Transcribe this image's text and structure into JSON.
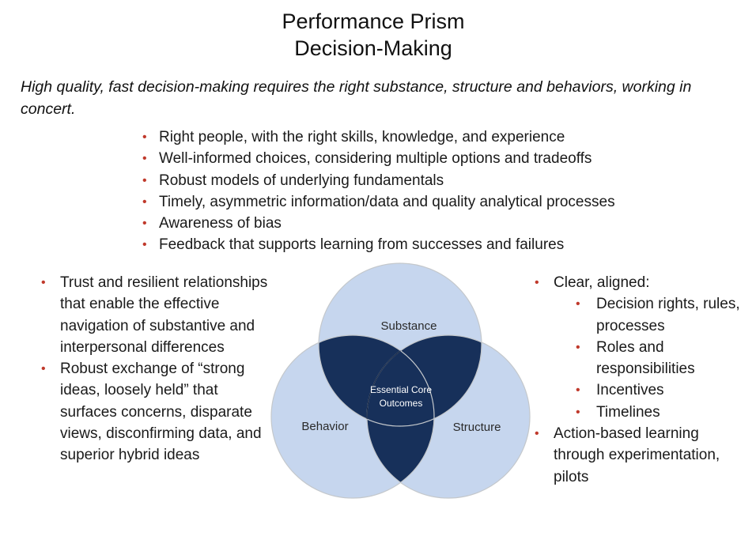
{
  "title_line1": "Performance Prism",
  "title_line2": "Decision-Making",
  "subtitle": "High quality, fast decision-making requires the right substance, structure and behaviors, working in concert.",
  "top_bullets": [
    "Right people, with the right skills, knowledge, and experience",
    "Well-informed choices, considering multiple options and  tradeoffs",
    "Robust models of underlying fundamentals",
    "Timely, asymmetric information/data and quality analytical processes",
    "Awareness of bias",
    "Feedback that supports learning from successes and failures"
  ],
  "left_bullets": [
    "Trust and resilient relationships that enable the effective navigation of substantive and interpersonal differences",
    "Robust exchange of “strong ideas, loosely held” that surfaces concerns, disparate views, disconfirming data, and superior hybrid ideas"
  ],
  "right": {
    "item1": "Clear, aligned:",
    "item1_sub": [
      "Decision rights, rules, processes",
      "Roles and responsibilities",
      "Incentives",
      "Timelines"
    ],
    "item2": "Action-based learning through experimentation, pilots"
  },
  "venn": {
    "substance": "Substance",
    "behavior": "Behavior",
    "structure": "Structure",
    "core_line1": "Essential Core",
    "core_line2": "Outcomes",
    "colors": {
      "circle_fill": "#c6d6ee",
      "circle_stroke": "#c4c8cc",
      "overlap_fill": "#17305a",
      "core_text": "#ffffff",
      "label_text": "#2a2a2a"
    }
  },
  "bullet_color": "#c0392b"
}
